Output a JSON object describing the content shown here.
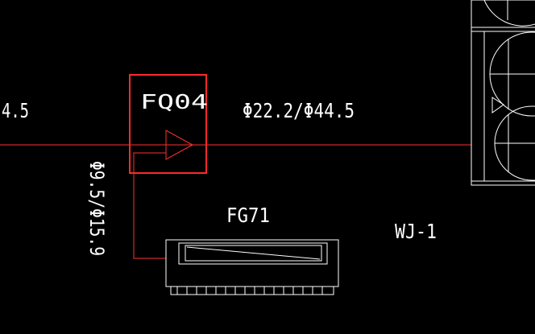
{
  "colors": {
    "background": "#000000",
    "pipe": "#ff3030",
    "highlight": "#ff2a2a",
    "symbol": "#ffffff"
  },
  "labels": {
    "left_pipe_size": "4.5",
    "branch_id": "FQ04",
    "main_pipe_size": "Φ22.2/Φ44.5",
    "branch_pipe_size": "Φ9.5/Φ15.9",
    "indoor_unit_model": "FG71",
    "outdoor_unit_id": "WJ-1"
  },
  "symbols": {
    "branch_joint": "branch-joint-triangle",
    "indoor_unit": "ducted-indoor-unit",
    "outdoor_unit": "outdoor-unit-fans"
  }
}
